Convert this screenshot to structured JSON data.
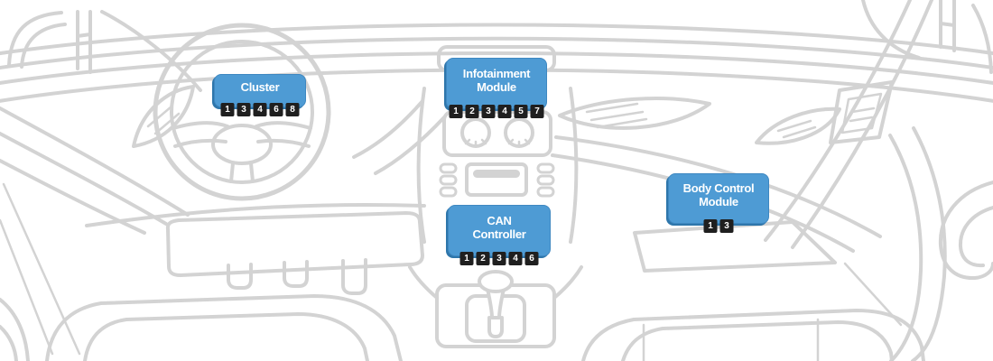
{
  "colors": {
    "module_fill": "#4E9BD4",
    "module_edge": "#2E76AB",
    "module_text": "#FFFFFF",
    "pin_chip_bg": "#1F1F1F",
    "pin_chip_text": "#FFFFFF",
    "line_art": "#D3D3D3",
    "background": "#FFFFFF"
  },
  "modules": [
    {
      "id": "cluster",
      "label": "Cluster",
      "pins": [
        "1",
        "3",
        "4",
        "6",
        "8"
      ]
    },
    {
      "id": "infotainment-module",
      "label": "Infotainment Module",
      "pins": [
        "1",
        "2",
        "3",
        "4",
        "5",
        "7"
      ]
    },
    {
      "id": "can-controller",
      "label": "CAN Controller",
      "pins": [
        "1",
        "2",
        "3",
        "4",
        "6"
      ]
    },
    {
      "id": "body-control-module",
      "label": "Body Control Module",
      "pins": [
        "1",
        "3"
      ]
    }
  ]
}
